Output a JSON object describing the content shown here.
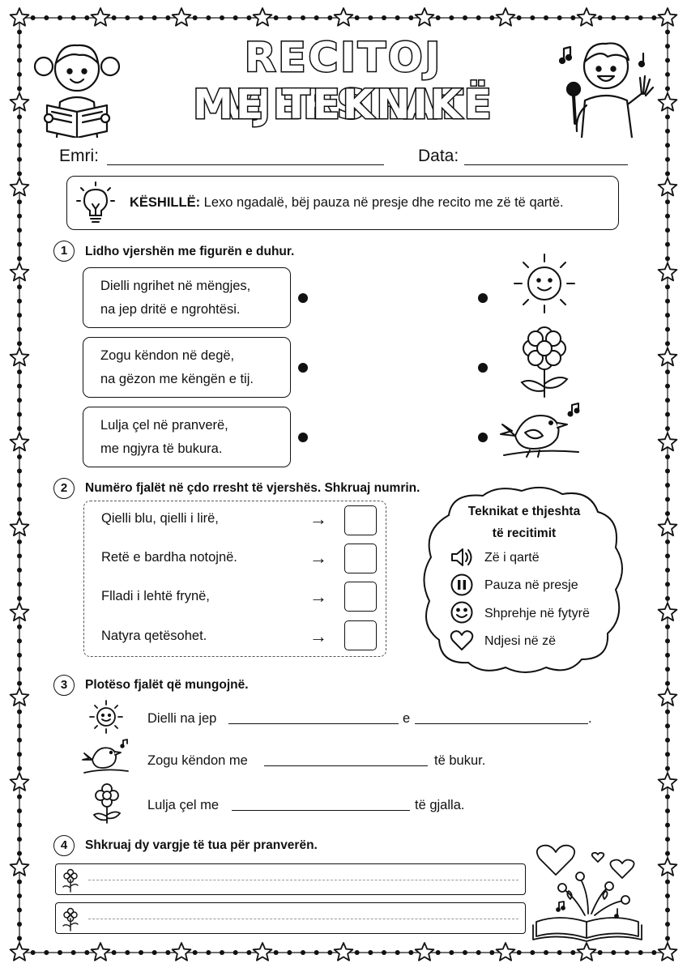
{
  "title": {
    "line1": "RECITOJ VJERSHAT",
    "line2": "ME TEKNIKË"
  },
  "fields": {
    "name_label": "Emri:",
    "date_label": "Data:"
  },
  "tip": {
    "label": "KËSHILLË:",
    "text": " Lexo ngadalë, bëj pauza në presje dhe recito me zë të qartë."
  },
  "sections": {
    "s1": {
      "number": "1",
      "title": "Lidho vjershën me figurën e duhur."
    },
    "s2": {
      "number": "2",
      "title": "Numëro fjalët në çdo rresht të vjershës. Shkruaj numrin."
    },
    "s3": {
      "number": "3",
      "title": "Plotëso fjalët që mungojnë."
    },
    "s4": {
      "number": "4",
      "title": "Shkruaj dy vargje të tua për pranverën."
    }
  },
  "match_poems": [
    {
      "line1": "Dielli ngrihet në mëngjes,",
      "line2": "na jep dritë e ngrohtësi."
    },
    {
      "line1": "Zogu këndon në degë,",
      "line2": "na gëzon me këngën e tij."
    },
    {
      "line1": "Lulja çel në pranverë,",
      "line2": "me ngjyra të bukura."
    }
  ],
  "match_pictures": [
    "sun-icon",
    "flower-icon",
    "bird-icon"
  ],
  "count_lines": [
    {
      "text": "Qielli blu, qielli i lirë,",
      "arrow": "→"
    },
    {
      "text": "Retë e bardha notojnë.",
      "arrow": "→"
    },
    {
      "text": "Flladi i lehtë frynë,",
      "arrow": "→"
    },
    {
      "text": "Natyra qetësohet.",
      "arrow": "→"
    }
  ],
  "techniques": {
    "title_line1": "Teknikat e thjeshta",
    "title_line2": "të recitimit",
    "items": [
      {
        "icon": "speaker-icon",
        "label": "Zë i qartë"
      },
      {
        "icon": "pause-icon",
        "label": "Pauza në presje"
      },
      {
        "icon": "smiley-icon",
        "label": "Shprehje në fytyrë"
      },
      {
        "icon": "heart-icon",
        "label": "Ndjesi në zë"
      }
    ]
  },
  "fill_in": [
    {
      "icon": "sun-icon",
      "before": "Dielli na jep",
      "middle": "e",
      "after": "."
    },
    {
      "icon": "bird-icon",
      "before": "Zogu këndon me",
      "after": "të bukur."
    },
    {
      "icon": "flower-icon",
      "before": "Lulja çel me",
      "after": "të gjalla."
    }
  ],
  "colors": {
    "ink": "#111111",
    "paper": "#ffffff",
    "dashed": "#999999"
  }
}
